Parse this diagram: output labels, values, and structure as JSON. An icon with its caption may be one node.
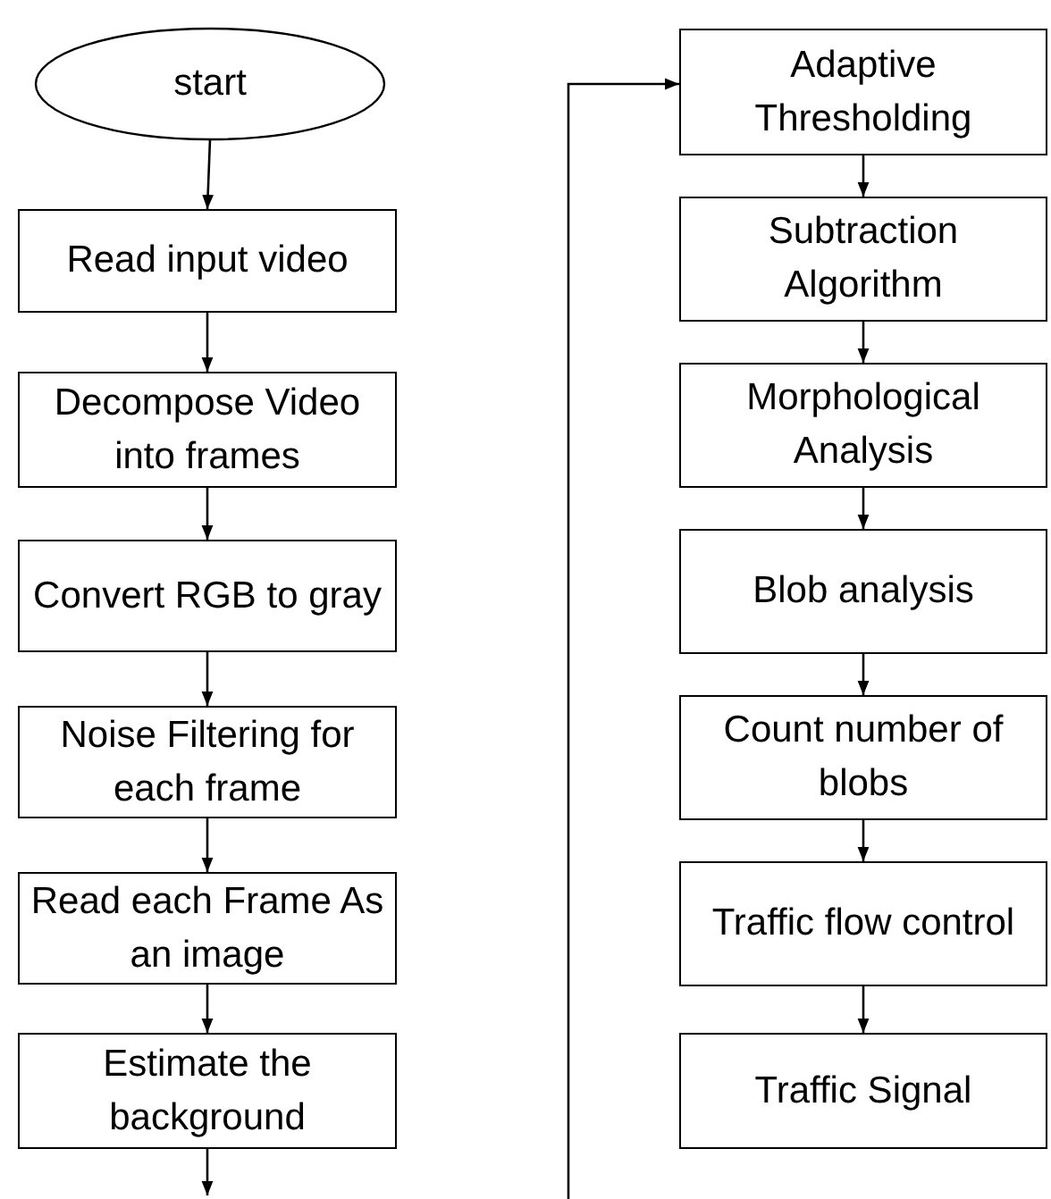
{
  "diagram": {
    "nodes": [
      {
        "text": [
          "start"
        ]
      },
      {
        "text": [
          "Read input video"
        ]
      },
      {
        "text": [
          "Decompose Video into frames"
        ]
      },
      {
        "text": [
          "Convert RGB to gray"
        ]
      },
      {
        "text": [
          "Noise Filtering for each frame"
        ]
      },
      {
        "text": [
          "Read each Frame As an image"
        ]
      },
      {
        "text": [
          "Estimate the background"
        ]
      },
      {
        "text": [
          "Adaptive Thresholding"
        ]
      },
      {
        "text": [
          "Subtraction Algorithm"
        ]
      },
      {
        "text": [
          "Morphological Analysis"
        ]
      },
      {
        "text": [
          "Blob analysis"
        ]
      },
      {
        "text": [
          "Count number of blobs"
        ]
      },
      {
        "text": [
          "Traffic flow control"
        ]
      },
      {
        "text": [
          "Traffic Signal"
        ]
      }
    ],
    "edges": [
      {
        "from": 0,
        "to": 1,
        "arrow": "to"
      },
      {
        "from": 1,
        "to": 2,
        "arrow": "to"
      },
      {
        "from": 2,
        "to": 3,
        "arrow": "to"
      },
      {
        "from": 3,
        "to": 4,
        "arrow": "to"
      },
      {
        "from": 4,
        "to": 5,
        "arrow": "to"
      },
      {
        "from": 5,
        "to": 6,
        "arrow": "to"
      },
      {
        "from": 6,
        "to": null,
        "arrow": "to"
      },
      {
        "from": null,
        "to": 7,
        "arrow": "to"
      },
      {
        "from": 7,
        "to": 8,
        "arrow": "to"
      },
      {
        "from": 8,
        "to": 9,
        "arrow": "to"
      },
      {
        "from": 9,
        "to": 10,
        "arrow": "to"
      },
      {
        "from": 10,
        "to": 11,
        "arrow": "to"
      },
      {
        "from": 11,
        "to": 12,
        "arrow": "to"
      },
      {
        "from": 12,
        "to": 13,
        "arrow": "to"
      }
    ]
  }
}
